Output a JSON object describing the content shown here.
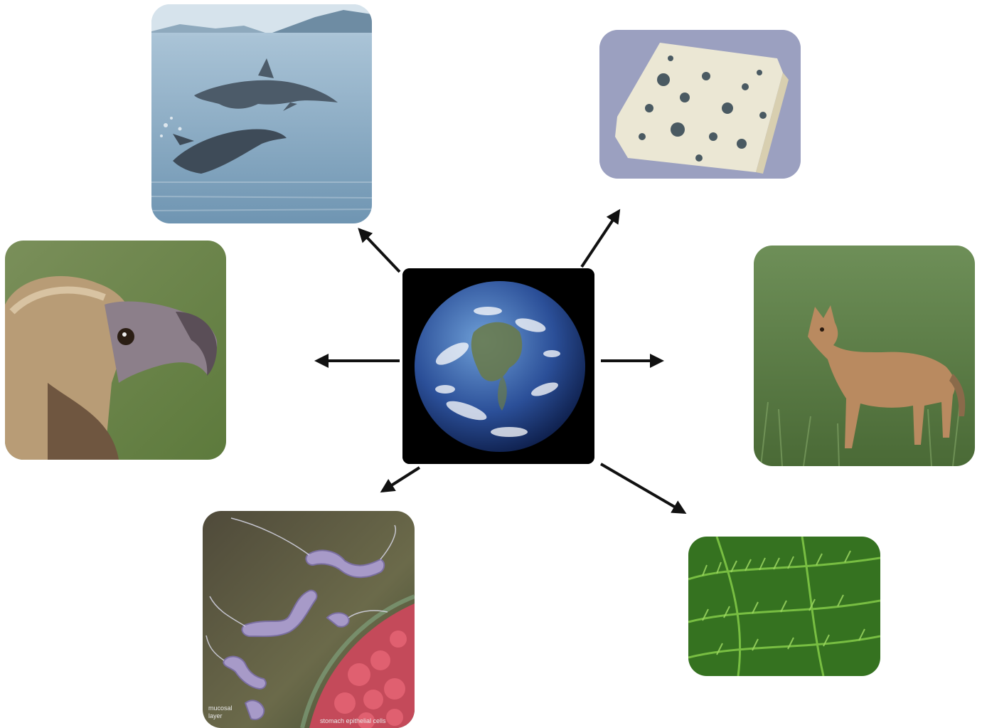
{
  "diagram": {
    "center": {
      "icon": "earth-globe"
    },
    "organisms": [
      {
        "id": "dolphins",
        "icon": "dolphin-photo"
      },
      {
        "id": "blue-cheese-mold",
        "icon": "blue-cheese-photo"
      },
      {
        "id": "vulture",
        "icon": "vulture-photo"
      },
      {
        "id": "jackal",
        "icon": "jackal-photo"
      },
      {
        "id": "bacteria",
        "icon": "bacteria-illustration",
        "labels": [
          "mucosal",
          "layer",
          "stomach epithelial cells"
        ]
      },
      {
        "id": "fern",
        "icon": "fern-photo"
      }
    ],
    "arrow_color": "#111111"
  }
}
